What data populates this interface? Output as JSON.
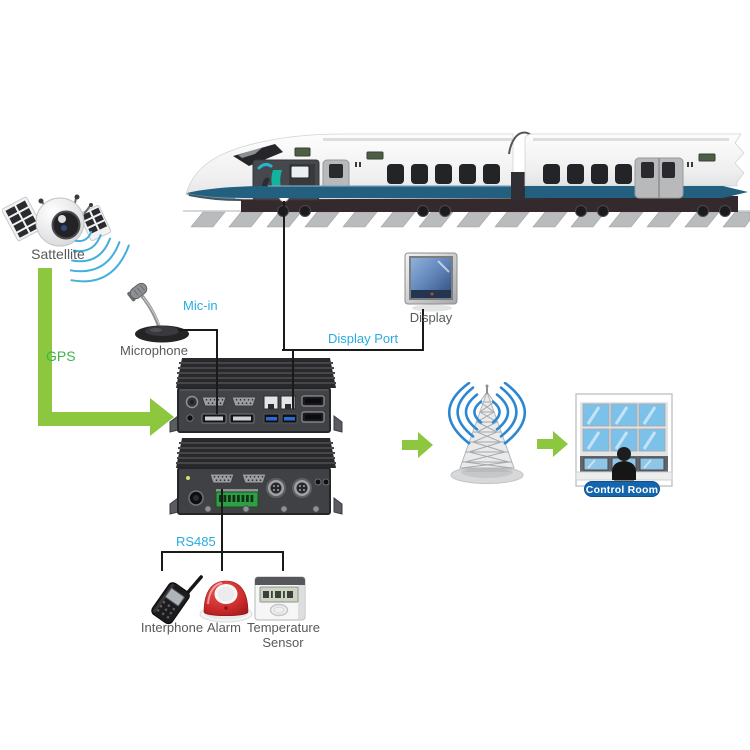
{
  "labels": {
    "satellite": "Sattellite",
    "gps": "GPS",
    "mic_in": "Mic-in",
    "microphone": "Microphone",
    "display": "Display",
    "display_port": "Display Port",
    "rs485": "RS485",
    "interphone": "Interphone",
    "alarm": "Alarm",
    "temperature_sensor": "Temperature\nSensor",
    "control_room": "Control Room"
  },
  "colors": {
    "accent_green": "#8dc63f",
    "gps_text_green": "#3cb54a",
    "label_blue": "#29abe2",
    "label_gray": "#58595b",
    "wave_blue": "#2b87d1",
    "sat_wave_blue": "#45aede",
    "train_stripe_blue": "#23607f",
    "badge_blue": "#1565ad",
    "alarm_red": "#c9252c",
    "terminal_green": "#2f9e44",
    "usb_blue": "#2a6ad4",
    "seat_teal": "#13b3a2",
    "connector_black": "#1a1a1a"
  },
  "icons": [
    "train-icon",
    "satellite-icon",
    "satellite-waves-icon",
    "gps-arrow",
    "microphone-icon",
    "display-icon",
    "embedded-computer-1-icon",
    "embedded-computer-2-icon",
    "wireless-tower-icon",
    "green-arrow-icon",
    "control-room-icon",
    "interphone-icon",
    "alarm-icon",
    "temperature-sensor-icon",
    "connector-lines"
  ],
  "connections": [
    {
      "from": "Satellite",
      "to": "Embedded computer 1",
      "label": "GPS",
      "style": "green-arrow"
    },
    {
      "from": "Microphone",
      "to": "Embedded computer 1",
      "label": "Mic-in",
      "style": "black-line"
    },
    {
      "from": "Train cab",
      "to": "Embedded computer 1 / Display",
      "label": "Display Port",
      "style": "black-line"
    },
    {
      "from": "Embedded computer 2",
      "to": "Interphone, Alarm, Temperature Sensor",
      "label": "RS485",
      "style": "black-line"
    },
    {
      "from": "Embedded computer 1",
      "to": "Wireless tower",
      "label": "",
      "style": "green-arrow"
    },
    {
      "from": "Wireless tower",
      "to": "Control Room",
      "label": "",
      "style": "green-arrow"
    }
  ]
}
